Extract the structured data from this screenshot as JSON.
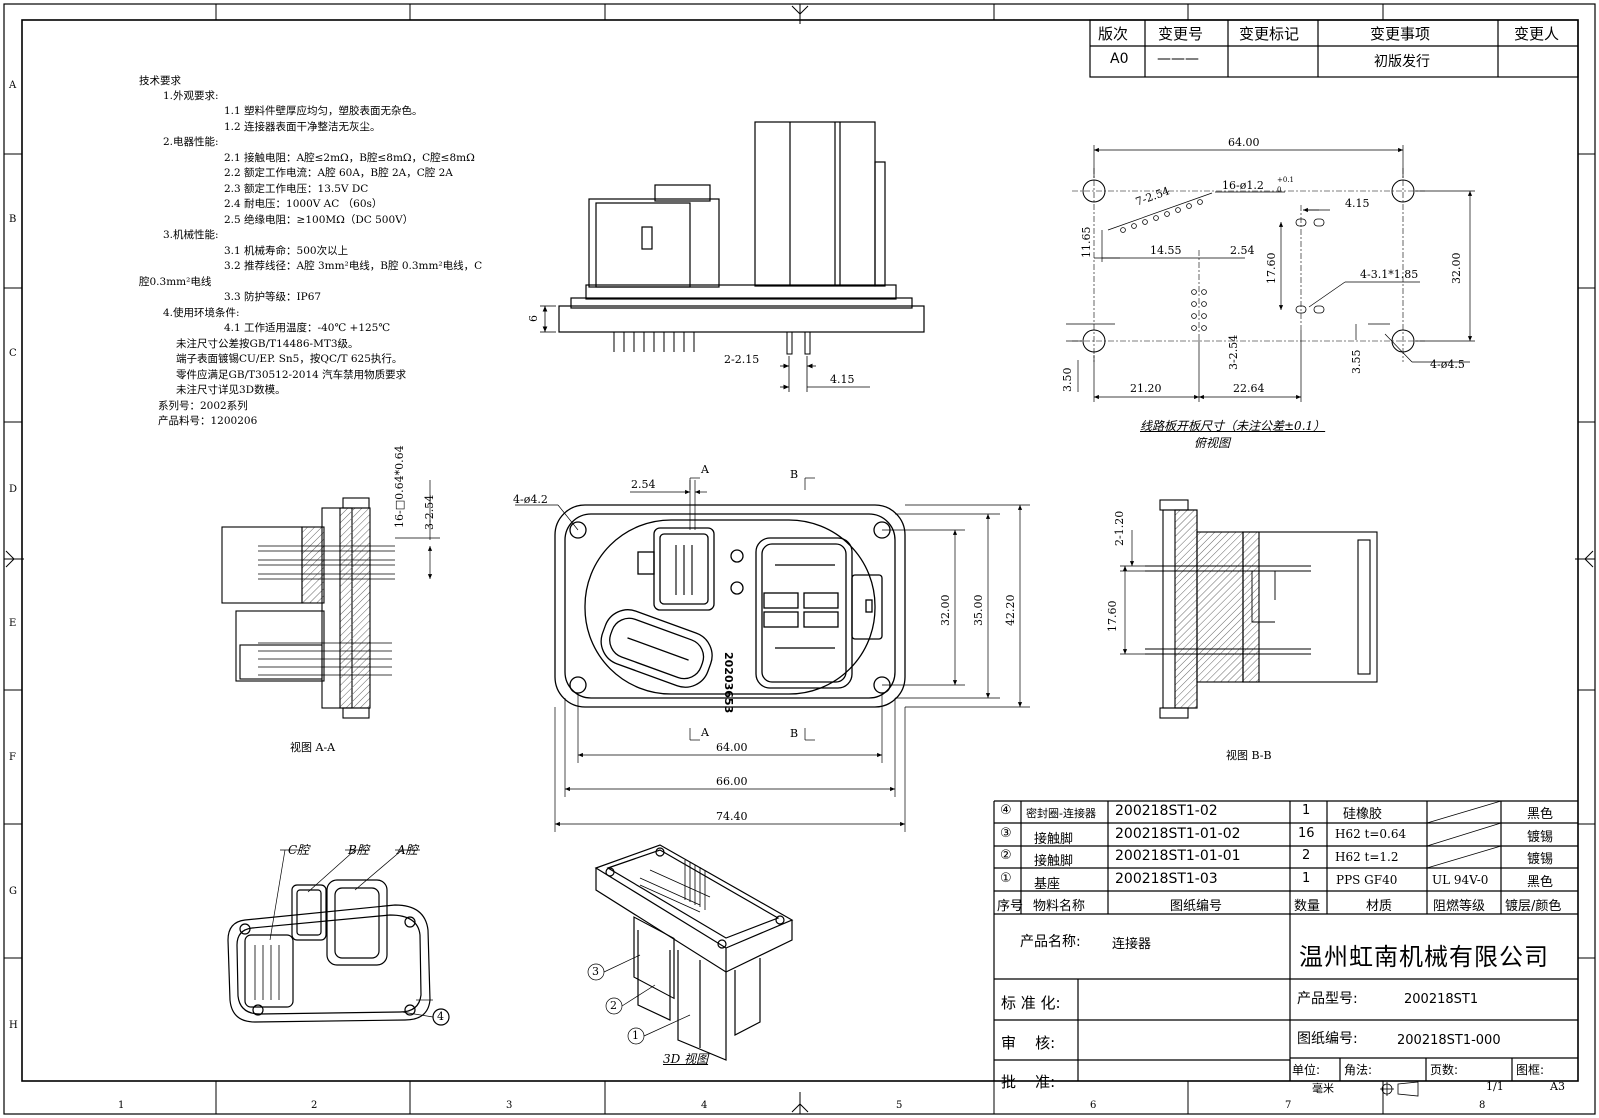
{
  "frame": {
    "column_numbers": [
      "1",
      "2",
      "3",
      "4",
      "5",
      "6",
      "7",
      "8"
    ],
    "row_letters": [
      "A",
      "B",
      "C",
      "D",
      "E",
      "F",
      "G",
      "H"
    ]
  },
  "revision_table": {
    "headers": [
      "版次",
      "变更号",
      "变更标记",
      "变更事项",
      "变更人"
    ],
    "row": [
      "A0",
      "———",
      "",
      "初版发行",
      ""
    ]
  },
  "requirements": {
    "title": "技术要求",
    "lines": [
      "1.外观要求:",
      "1.1 塑料件壁厚应均匀，塑胶表面无杂色。",
      "1.2 连接器表面干净整洁无灰尘。",
      "2.电器性能:",
      "2.1 接触电阻：A腔≤2mΩ，B腔≤8mΩ，C腔≤8mΩ",
      "2.2 额定工作电流：A腔 60A，B腔 2A，C腔 2A",
      "2.3 额定工作电压：13.5V DC",
      "2.4 耐电压：1000V AC （60s）",
      "2.5 绝缘电阻：≥100MΩ（DC 500V）",
      "3.机械性能:",
      "3.1 机械寿命：500次以上",
      "3.2 推荐线径：A腔 3mm²电线，B腔 0.3mm²电线，C",
      "腔0.3mm²电线",
      "3.3 防护等级：IP67",
      "4.使用环境条件:",
      "4.1 工作适用温度：-40℃ +125℃",
      "未注尺寸公差按GB/T14486-MT3级。",
      "端子表面镀锡CU/EP. Sn5，按QC/T 625执行。",
      "零件应满足GB/T30512-2014 汽车禁用物质要求",
      "未注尺寸详见3D数模。",
      "系列号：2002系列",
      "产品料号：1200206"
    ]
  },
  "dims": {
    "side_6": "6",
    "side_2_215": "2-2.15",
    "side_415": "4.15",
    "pcb_64": "64.00",
    "pcb_7_254": "7-2.54",
    "pcb_16_hole": "16-ø1.2",
    "pcb_16_tol": "+0.1",
    "pcb_16_tol2": "0",
    "pcb_415": "4.15",
    "pcb_1165": "11.65",
    "pcb_1455": "14.55",
    "pcb_254": "2.54",
    "pcb_1760": "17.60",
    "pcb_4_31": "4-3.1*1.85",
    "pcb_3200": "32.00",
    "pcb_3_254": "3-2.54",
    "pcb_350": "3.50",
    "pcb_355": "3.55",
    "pcb_4_45": "4-ø4.5",
    "pcb_2120": "21.20",
    "pcb_2264": "22.64",
    "aa_16sq": "16-□0.64*0.64",
    "aa_3_254": "3-2.54",
    "front_4_42": "4-ø4.2",
    "front_254": "2.54",
    "front_A": "A",
    "front_B": "B",
    "front_32": "32.00",
    "front_35": "35.00",
    "front_4220": "42.20",
    "front_64": "64.00",
    "front_66": "66.00",
    "front_7440": "74.40",
    "front_part_no": "20203653",
    "bb_2_120": "2-1.20",
    "bb_1760": "17.60"
  },
  "captions": {
    "pcb": "线路板开板尺寸（未注公差±0.1）",
    "top_view": "俯视图",
    "view_aa": "视图 A-A",
    "view_bb": "视图 B-B",
    "view_3d": "3D 视图",
    "c_cavity": "C腔",
    "b_cavity": "B腔",
    "a_cavity": "A腔",
    "balloon_1": "1",
    "balloon_2": "2",
    "balloon_3": "3",
    "balloon_4": "4"
  },
  "bom": {
    "rows": [
      {
        "no": "④",
        "name": "密封圈-连接器",
        "drawing": "200218ST1-02",
        "qty": "1",
        "material": "硅橡胶",
        "grade": "",
        "finish": "黑色"
      },
      {
        "no": "③",
        "name": "接触脚",
        "drawing": "200218ST1-01-02",
        "qty": "16",
        "material": "H62 t=0.64",
        "grade": "",
        "finish": "镀锡"
      },
      {
        "no": "②",
        "name": "接触脚",
        "drawing": "200218ST1-01-01",
        "qty": "2",
        "material": "H62 t=1.2",
        "grade": "",
        "finish": "镀锡"
      },
      {
        "no": "①",
        "name": "基座",
        "drawing": "200218ST1-03",
        "qty": "1",
        "material": "PPS GF40",
        "grade": "UL 94V-0",
        "finish": "黑色"
      }
    ],
    "headers": [
      "序号",
      "物料名称",
      "图纸编号",
      "数量",
      "材质",
      "阻燃等级",
      "镀层/颜色"
    ]
  },
  "title_block": {
    "product_name_label": "产品名称:",
    "product_name": "连接器",
    "company": "温州虹南机械有限公司",
    "standard_label": "标 准 化:",
    "review_label": "审    核:",
    "approve_label": "批    准:",
    "model_label": "产品型号:",
    "model": "200218ST1",
    "drawing_no_label": "图纸编号:",
    "drawing_no": "200218ST1-000",
    "unit_label": "单位:",
    "unit": "毫米",
    "projection_label": "角法:",
    "pages_label": "页数:",
    "pages": "1/1",
    "frame_label": "图框:",
    "frame": "A3"
  }
}
